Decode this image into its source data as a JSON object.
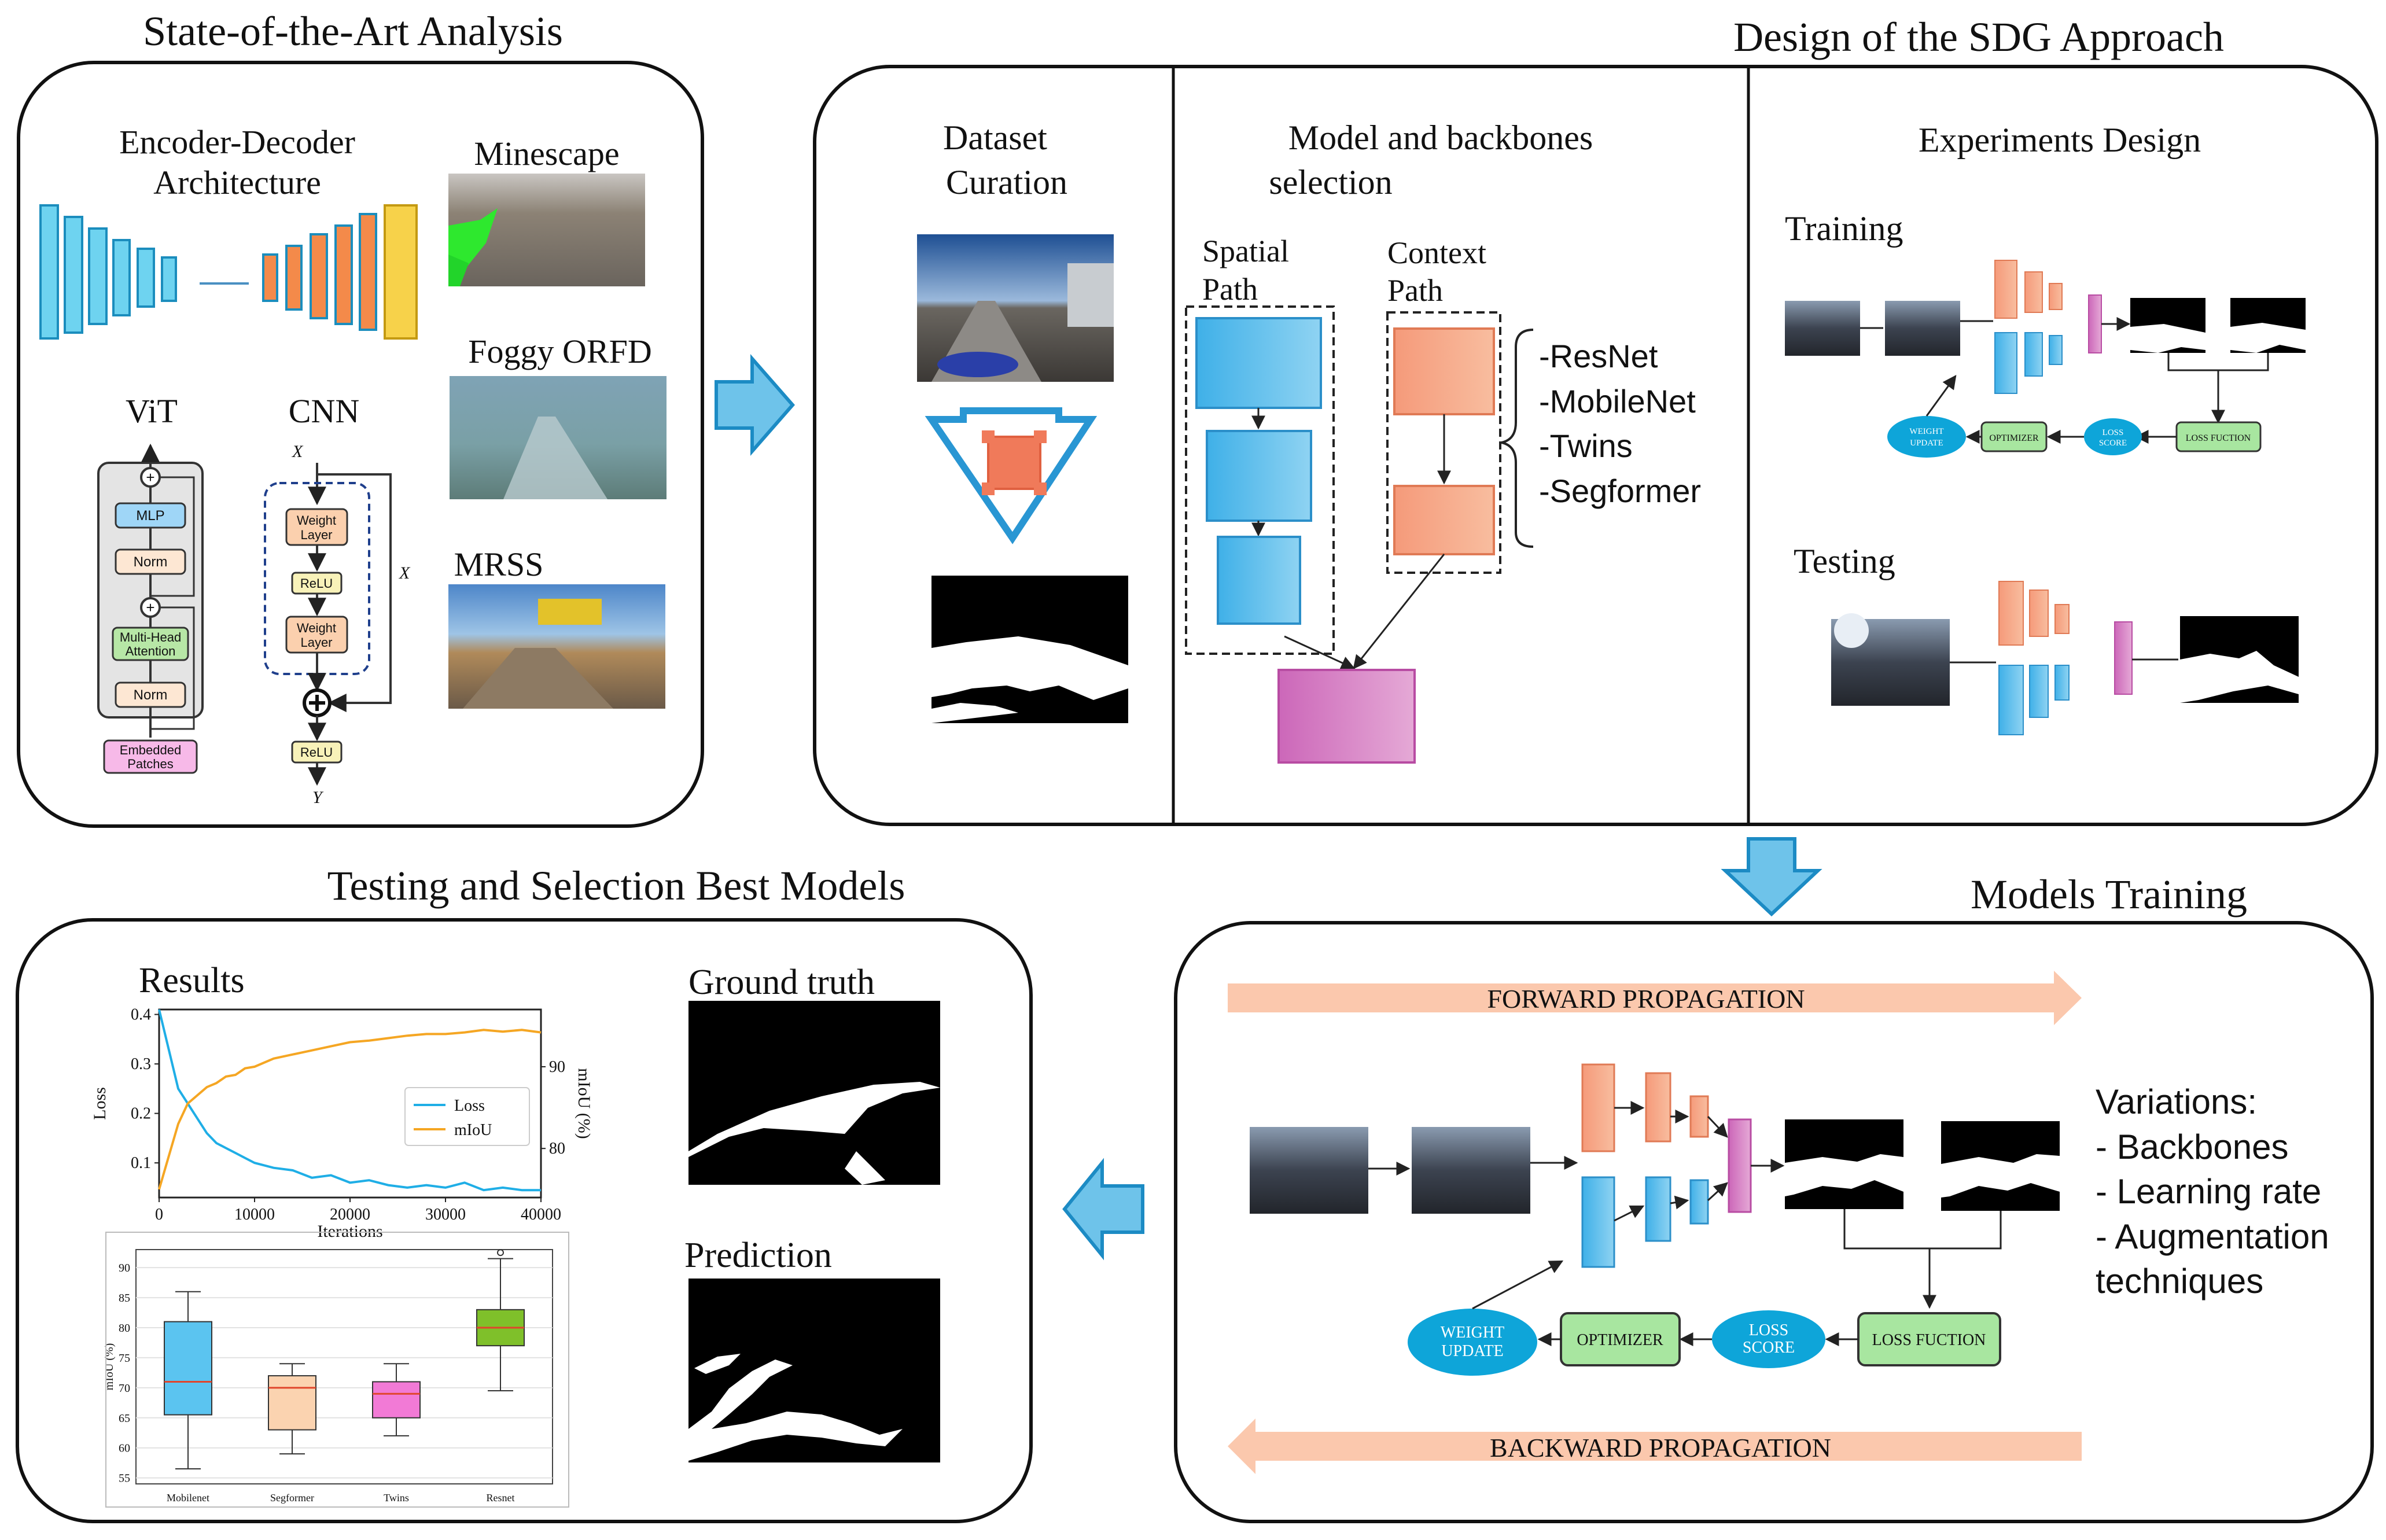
{
  "sections": {
    "soa": "State-of-the-Art Analysis",
    "design": "Design of the SDG Approach",
    "testing": "Testing and Selection Best Models",
    "training": "Models Training"
  },
  "soa": {
    "encdec_line1": "Encoder-Decoder",
    "encdec_line2": "Architecture",
    "vit": "ViT",
    "cnn": "CNN",
    "vit_labels": {
      "mlp": "MLP",
      "norm": "Norm",
      "mha_line1": "Multi-Head",
      "mha_line2": "Attention",
      "embedded_line1": "Embedded",
      "embedded_line2": "Patches",
      "plus": "+"
    },
    "cnn_labels": {
      "x": "X",
      "x_skip": "X",
      "weight_line1": "Weight",
      "weight_line2": "Layer",
      "relu": "ReLU",
      "y": "Y"
    },
    "datasets": [
      "Minescape",
      "Foggy ORFD",
      "MRSS"
    ]
  },
  "design": {
    "dataset_line1": "Dataset",
    "dataset_line2": "Curation",
    "model_line1": "Model and backbones",
    "model_line2": "selection",
    "spatial_line1": "Spatial",
    "spatial_line2": "Path",
    "context_line1": "Context",
    "context_line2": "Path",
    "backbones": [
      "-ResNet",
      "-MobileNet",
      "-Twins",
      "-Segformer"
    ],
    "experiments": "Experiments Design",
    "training": "Training",
    "testing": "Testing",
    "small_labels": {
      "weight_update_line1": "WEIGHT",
      "weight_update_line2": "UPDATE",
      "optimizer": "OPTIMIZER",
      "loss_score_line1": "LOSS",
      "loss_score_line2": "SCORE",
      "loss_function": "LOSS FUCTION"
    }
  },
  "training": {
    "forward": "FORWARD PROPAGATION",
    "backward": "BACKWARD PROPAGATION",
    "variations": [
      "Variations:",
      "- Backbones",
      "- Learning rate",
      "- Augmentation",
      "techniques"
    ],
    "weight_update_line1": "WEIGHT",
    "weight_update_line2": "UPDATE",
    "optimizer": "OPTIMIZER",
    "loss_score_line1": "LOSS",
    "loss_score_line2": "SCORE",
    "loss_function": "LOSS FUCTION"
  },
  "testing": {
    "results": "Results",
    "ground_truth": "Ground truth",
    "prediction": "Prediction"
  },
  "colors": {
    "blue": "#5bbce8",
    "salmon": "#f4a582",
    "magenta": "#d46fc0",
    "green": "#a8e6a0",
    "teal_ellipse": "#0ea5d9",
    "arrow_fill": "#6ec3ea",
    "prop_arrow": "#fbc8ad",
    "loss_line": "#1faee6",
    "miou_line": "#f5a623"
  },
  "chart_data": [
    {
      "type": "line",
      "title": "",
      "xlabel": "Iterations",
      "ylabel": "Loss",
      "y2label": "mIoU (%)",
      "x_ticks": [
        0,
        10000,
        20000,
        30000,
        40000
      ],
      "y_ticks": [
        0.1,
        0.2,
        0.3,
        0.4
      ],
      "y2_ticks": [
        80,
        90
      ],
      "xlim": [
        0,
        40000
      ],
      "ylim": [
        0.03,
        0.41
      ],
      "y2lim": [
        74,
        97
      ],
      "legend_position": "center-right",
      "series": [
        {
          "name": "Loss",
          "axis": "left",
          "x": [
            0,
            1000,
            2000,
            3000,
            4000,
            5000,
            6000,
            7000,
            8000,
            9000,
            10000,
            12000,
            14000,
            16000,
            18000,
            20000,
            22000,
            24000,
            26000,
            28000,
            30000,
            32000,
            34000,
            36000,
            38000,
            40000
          ],
          "values": [
            0.41,
            0.33,
            0.25,
            0.22,
            0.19,
            0.16,
            0.14,
            0.13,
            0.12,
            0.11,
            0.1,
            0.09,
            0.085,
            0.07,
            0.075,
            0.06,
            0.065,
            0.055,
            0.05,
            0.055,
            0.05,
            0.06,
            0.045,
            0.05,
            0.045,
            0.045
          ]
        },
        {
          "name": "mIoU",
          "axis": "right",
          "x": [
            0,
            1000,
            2000,
            3000,
            4000,
            5000,
            6000,
            7000,
            8000,
            9000,
            10000,
            12000,
            14000,
            16000,
            18000,
            20000,
            22000,
            24000,
            26000,
            28000,
            30000,
            32000,
            34000,
            36000,
            38000,
            40000
          ],
          "values": [
            75,
            79,
            83,
            85.5,
            86.5,
            87.5,
            88,
            88.8,
            89,
            89.8,
            90,
            91,
            91.5,
            92,
            92.5,
            93,
            93.2,
            93.5,
            93.8,
            94,
            94,
            94.2,
            94.5,
            94.3,
            94.5,
            94.2
          ]
        }
      ]
    },
    {
      "type": "box",
      "title": "",
      "xlabel": "",
      "ylabel": "mIoU (%)",
      "y_ticks": [
        55,
        60,
        65,
        70,
        75,
        80,
        85,
        90
      ],
      "ylim": [
        54,
        93
      ],
      "grid": true,
      "categories": [
        "Mobilenet",
        "Segformer",
        "Twins",
        "Resnet"
      ],
      "boxes": [
        {
          "whisker_low": 56.5,
          "q1": 65.5,
          "median": 71,
          "q3": 81,
          "whisker_high": 86,
          "color": "#5bc4f0"
        },
        {
          "whisker_low": 59,
          "q1": 63,
          "median": 70,
          "q3": 72,
          "whisker_high": 74,
          "color": "#fbd3b0"
        },
        {
          "whisker_low": 62,
          "q1": 65,
          "median": 69,
          "q3": 71,
          "whisker_high": 74,
          "color": "#f27ad6"
        },
        {
          "whisker_low": 69.5,
          "q1": 77,
          "median": 80,
          "q3": 83,
          "whisker_high": 91.5,
          "outlier": 92.5,
          "color": "#7fc02a"
        }
      ]
    }
  ]
}
